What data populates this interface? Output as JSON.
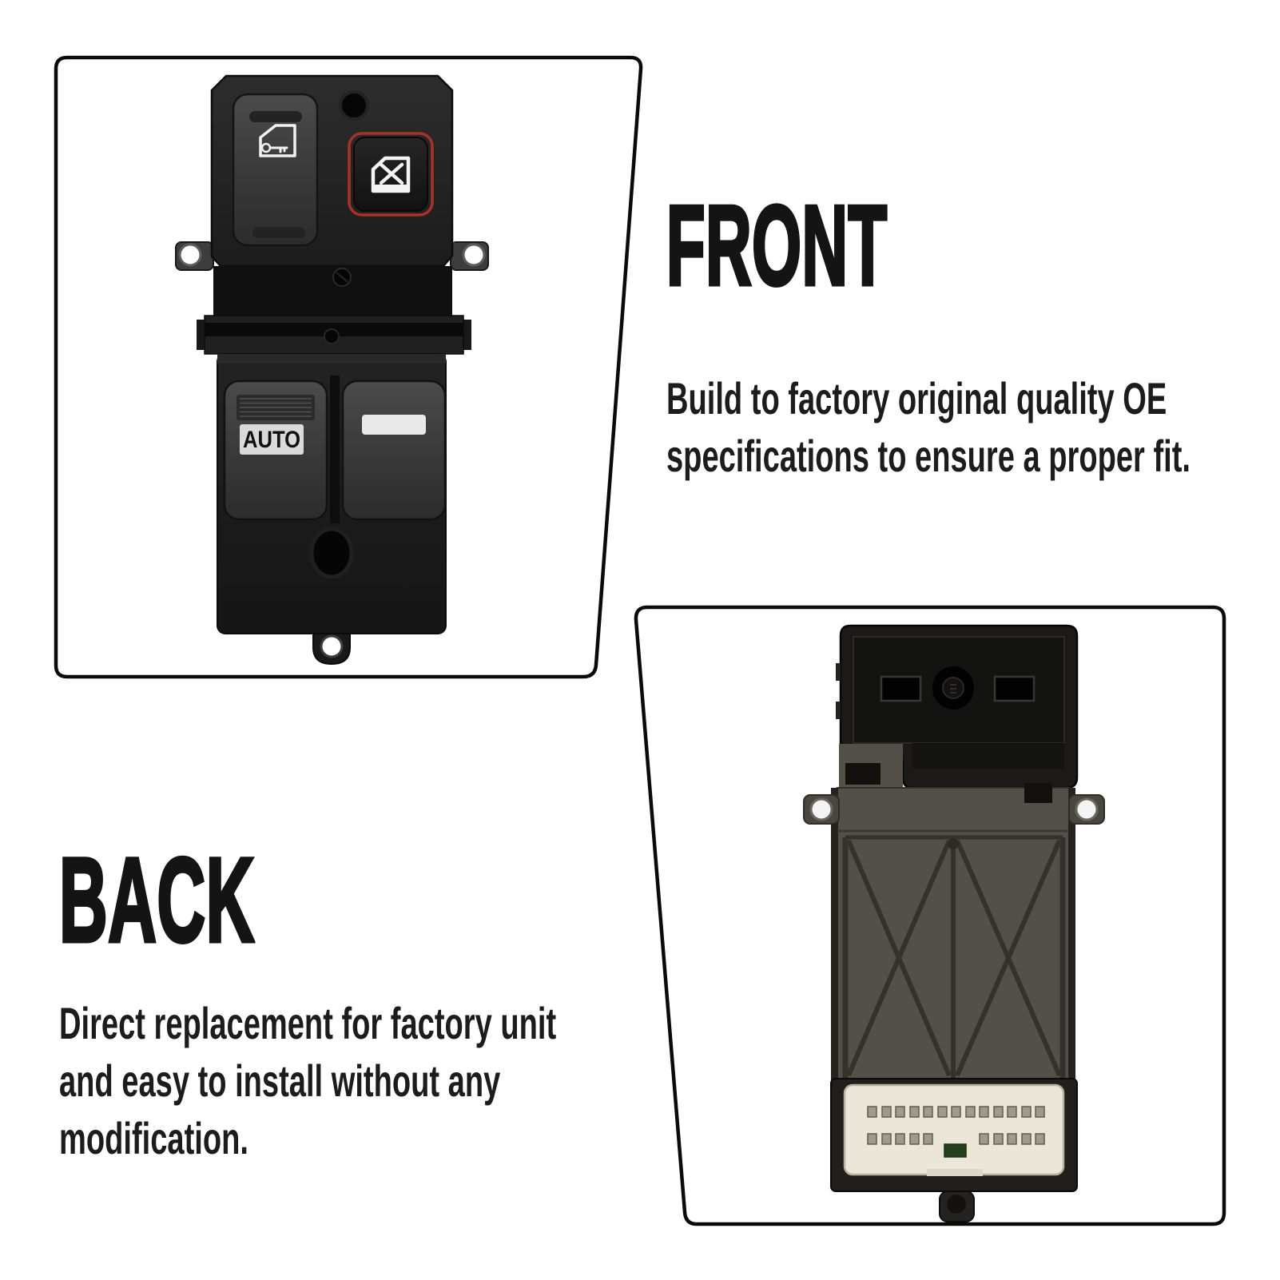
{
  "front_section": {
    "heading": "FRONT",
    "description_lines": [
      "Build to factory original quality OE",
      "specifications to ensure a proper fit."
    ],
    "switch_labels": {
      "auto": "AUTO"
    },
    "icons": {
      "door_lock_icon": "car-door-with-key pictograph",
      "window_lock_icon": "window-with-x pictograph"
    }
  },
  "back_section": {
    "heading": "BACK",
    "description_lines": [
      "Direct replacement for factory unit",
      "and easy to install without any",
      "modification."
    ]
  },
  "colors": {
    "background": "#ffffff",
    "panel_border": "#0a0a0a",
    "text": "#1c1c1c",
    "switch_black": "#1e1e1e",
    "rocker_gray": "#3f3f3f",
    "back_body_gray": "#53504a",
    "accent_red": "#a8322a",
    "connector_cream": "#ebe6d7",
    "connector_green": "#24411f"
  }
}
